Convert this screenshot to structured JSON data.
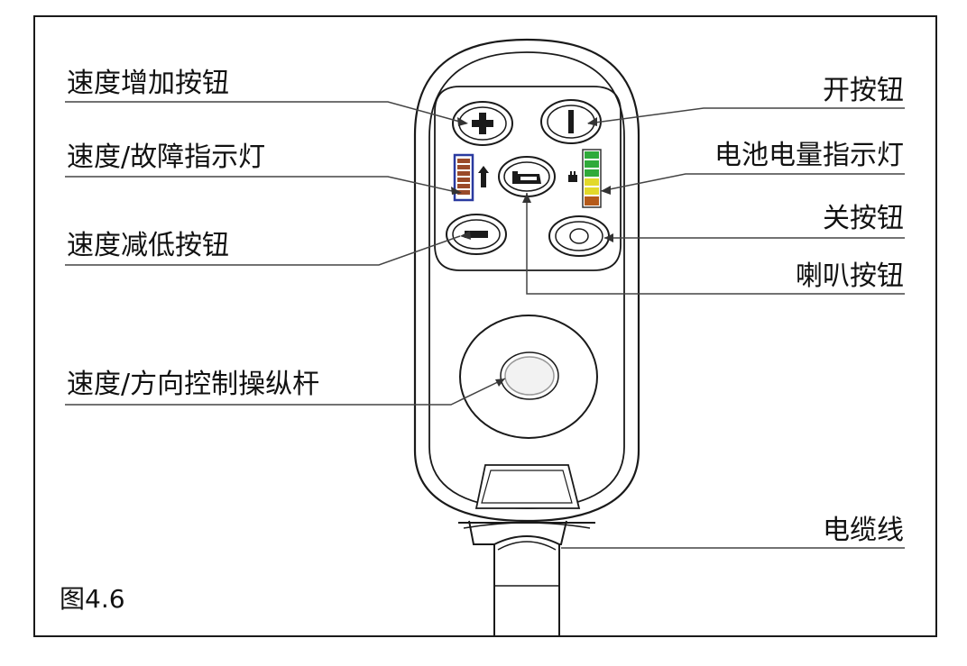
{
  "figure": {
    "caption": "图4.6"
  },
  "labels": {
    "speed_up_button": "速度增加按钮",
    "speed_fault_indicator": "速度/故障指示灯",
    "speed_down_button": "速度减低按钮",
    "joystick": "速度/方向控制操纵杆",
    "power_on_button": "开按钮",
    "battery_indicator": "电池电量指示灯",
    "power_off_button": "关按钮",
    "horn_button": "喇叭按钮",
    "cable": "电缆线"
  },
  "colors": {
    "outline": "#1a1a1a",
    "battery_green": "#2faa3a",
    "battery_yellow": "#e2d92a",
    "battery_red": "#b55a1a",
    "speed_bar_fill": "#9a4a2a",
    "speed_bar_border": "#2a3aa0"
  },
  "icons": {
    "plus": "plus-icon",
    "minus": "minus-icon",
    "power_on": "power-line-icon",
    "power_off": "power-circle-icon",
    "horn": "horn-icon",
    "speed_person": "speed-person-icon",
    "battery": "battery-plug-icon"
  }
}
